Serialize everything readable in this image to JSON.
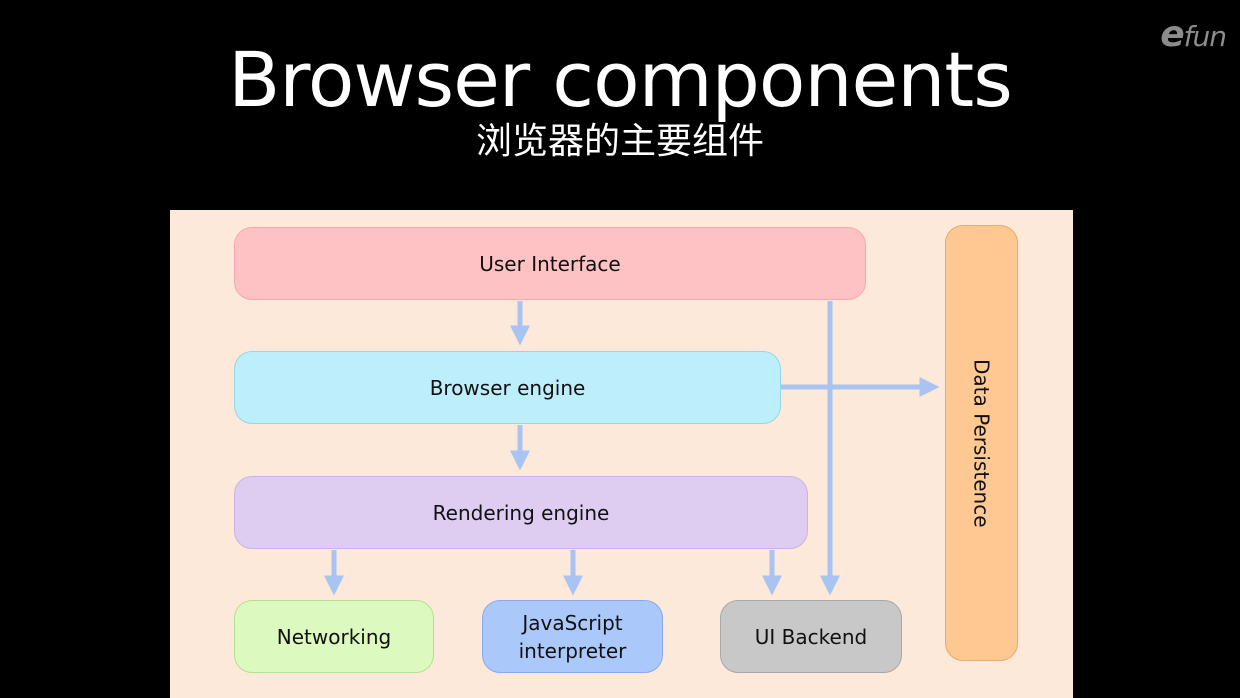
{
  "header": {
    "title": "Browser components",
    "subtitle": "浏览器的主要组件",
    "logo_text": "efun"
  },
  "diagram": {
    "nodes": {
      "user_interface": "User Interface",
      "browser_engine": "Browser engine",
      "rendering_engine": "Rendering engine",
      "networking": "Networking",
      "javascript_interpreter": "JavaScript interpreter",
      "ui_backend": "UI Backend",
      "data_persistence": "Data Persistence"
    },
    "edges": [
      {
        "from": "User Interface",
        "to": "Browser engine"
      },
      {
        "from": "User Interface",
        "to": "UI Backend"
      },
      {
        "from": "Browser engine",
        "to": "Rendering engine"
      },
      {
        "from": "Browser engine",
        "to": "Data Persistence"
      },
      {
        "from": "Rendering engine",
        "to": "Networking"
      },
      {
        "from": "Rendering engine",
        "to": "JavaScript interpreter"
      },
      {
        "from": "Rendering engine",
        "to": "UI Backend"
      }
    ],
    "colors": {
      "background": "#fde9d9",
      "user_interface": "#ffc2c4",
      "browser_engine": "#bdeefb",
      "rendering_engine": "#dfcdf1",
      "networking": "#dcf9c0",
      "javascript_interpreter": "#abc8fb",
      "ui_backend": "#c8c8c8",
      "data_persistence": "#fdc891",
      "arrow": "#a9c4f3"
    }
  }
}
